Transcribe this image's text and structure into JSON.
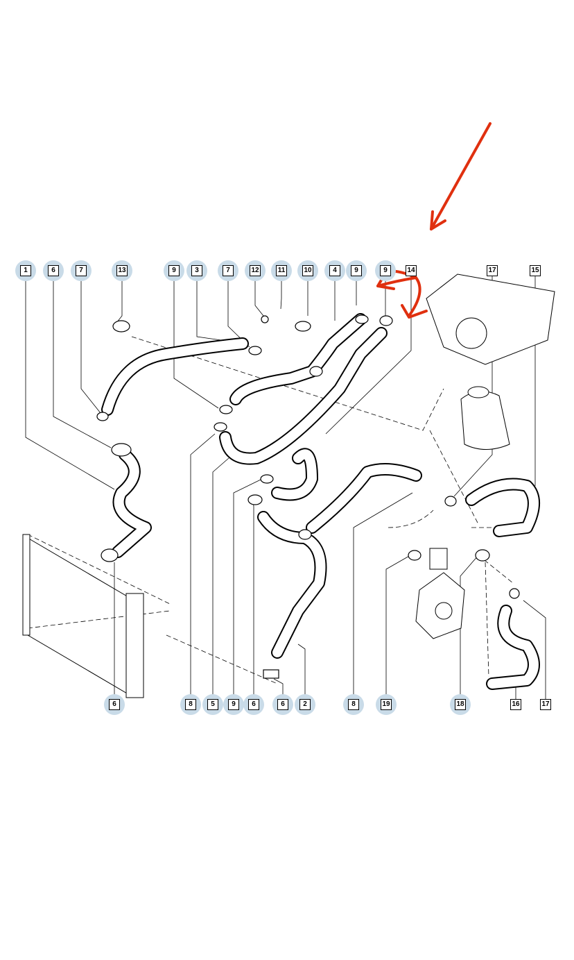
{
  "diagram": {
    "title": "Cooling system hoses exploded view",
    "top_labels": [
      {
        "text": "1",
        "hl": true
      },
      {
        "text": "6",
        "hl": true
      },
      {
        "text": "7",
        "hl": true
      },
      {
        "text": "13",
        "hl": true
      },
      {
        "text": "9",
        "hl": true
      },
      {
        "text": "3",
        "hl": true
      },
      {
        "text": "7",
        "hl": true
      },
      {
        "text": "12",
        "hl": true
      },
      {
        "text": "11",
        "hl": true
      },
      {
        "text": "10",
        "hl": true
      },
      {
        "text": "4",
        "hl": true
      },
      {
        "text": "9",
        "hl": true
      },
      {
        "text": "9",
        "hl": true
      },
      {
        "text": "14",
        "hl": false
      },
      {
        "text": "17",
        "hl": false
      },
      {
        "text": "15",
        "hl": false
      }
    ],
    "bottom_labels": [
      {
        "text": "6",
        "hl": true
      },
      {
        "text": "8",
        "hl": true
      },
      {
        "text": "5",
        "hl": true
      },
      {
        "text": "9",
        "hl": true
      },
      {
        "text": "6",
        "hl": true
      },
      {
        "text": "6",
        "hl": true
      },
      {
        "text": "2",
        "hl": true
      },
      {
        "text": "8",
        "hl": true
      },
      {
        "text": "19",
        "hl": true
      },
      {
        "text": "18",
        "hl": true
      },
      {
        "text": "16",
        "hl": false
      },
      {
        "text": "17",
        "hl": false
      }
    ],
    "colors": {
      "annotation": "#e0300f",
      "highlight": "#c9dbe8",
      "ink": "#000000"
    }
  }
}
